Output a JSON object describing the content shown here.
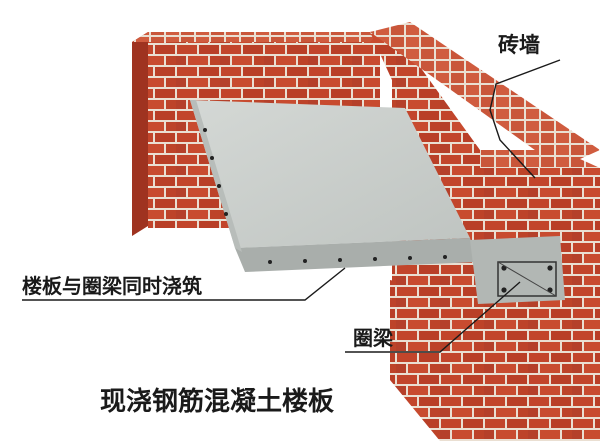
{
  "labels": {
    "brick_wall": "砖墙",
    "slab_and_ring_beam_cast_together": "楼板与圈梁同时浇筑",
    "ring_beam": "圈梁"
  },
  "title": "现浇钢筋混凝土楼板",
  "colors": {
    "brick": "#c2452b",
    "brick_dark": "#9f3320",
    "mortar": "#eadfd2",
    "slab_top": "#c9cdca",
    "slab_edge": "#a9aeab",
    "background": "#ffffff"
  }
}
